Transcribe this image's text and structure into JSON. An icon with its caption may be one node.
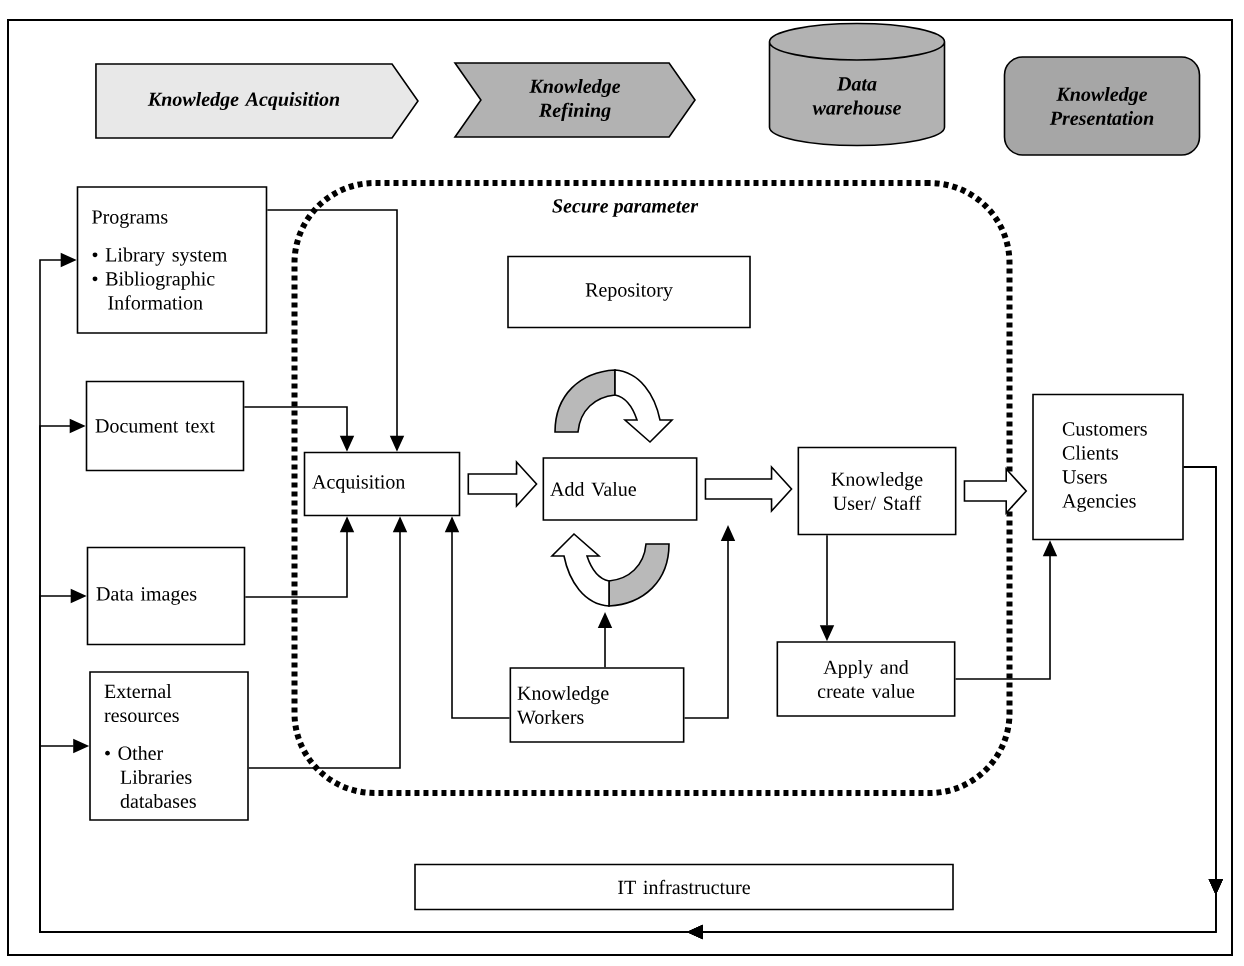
{
  "diagram": {
    "nodes": [
      {
        "text": [
          "Knowledge Acquisition"
        ]
      },
      {
        "text": [
          "Knowledge Refining"
        ]
      },
      {
        "text": [
          "Data warehouse"
        ]
      },
      {
        "text": [
          "Knowledge Presentation"
        ]
      },
      {
        "text": [
          "Secure parameter"
        ]
      },
      {
        "text": [
          "Programs",
          "• Library system",
          "• Bibliographic Information"
        ]
      },
      {
        "text": [
          "Document text"
        ]
      },
      {
        "text": [
          "Data images"
        ]
      },
      {
        "text": [
          "External resources",
          "• Other Libraries databases"
        ]
      },
      {
        "text": [
          "Acquisition"
        ],
        "in": 4
      },
      {
        "text": [
          "Repository"
        ],
        "in": 4
      },
      {
        "text": [
          "Add Value"
        ],
        "in": 4
      },
      {
        "text": [
          "Knowledge User/ Staff"
        ],
        "in": 4
      },
      {
        "text": [
          "Apply and create value"
        ],
        "in": 4
      },
      {
        "text": [
          "Knowledge Workers"
        ],
        "in": 4
      },
      {
        "text": [
          "Customers Clients Users Agencies"
        ]
      },
      {
        "text": [
          "IT infrastructure"
        ]
      }
    ],
    "edges": [
      {
        "from": 5,
        "to": 9,
        "arrow": "to"
      },
      {
        "from": 6,
        "to": 9,
        "arrow": "to"
      },
      {
        "from": 7,
        "to": 9,
        "arrow": "to"
      },
      {
        "from": 8,
        "to": 9,
        "arrow": "to"
      },
      {
        "from": 14,
        "to": 9,
        "arrow": "to"
      },
      {
        "from": 14,
        "to": null,
        "arrow": "to"
      },
      {
        "from": 14,
        "to": null,
        "arrow": "to"
      },
      {
        "from": 9,
        "to": 11,
        "arrow": "to",
        "style": "thick"
      },
      {
        "from": 11,
        "to": 12,
        "arrow": "to",
        "style": "thick"
      },
      {
        "from": 12,
        "to": 15,
        "arrow": "to",
        "style": "thick"
      },
      {
        "from": 12,
        "to": 13,
        "arrow": "to"
      },
      {
        "from": 13,
        "to": 15,
        "arrow": "to"
      },
      {
        "from": 15,
        "to": 5,
        "arrow": "to"
      },
      {
        "from": 15,
        "to": 6,
        "arrow": "to"
      },
      {
        "from": 15,
        "to": 7,
        "arrow": "to"
      },
      {
        "from": 15,
        "to": 8,
        "arrow": "to"
      }
    ]
  }
}
